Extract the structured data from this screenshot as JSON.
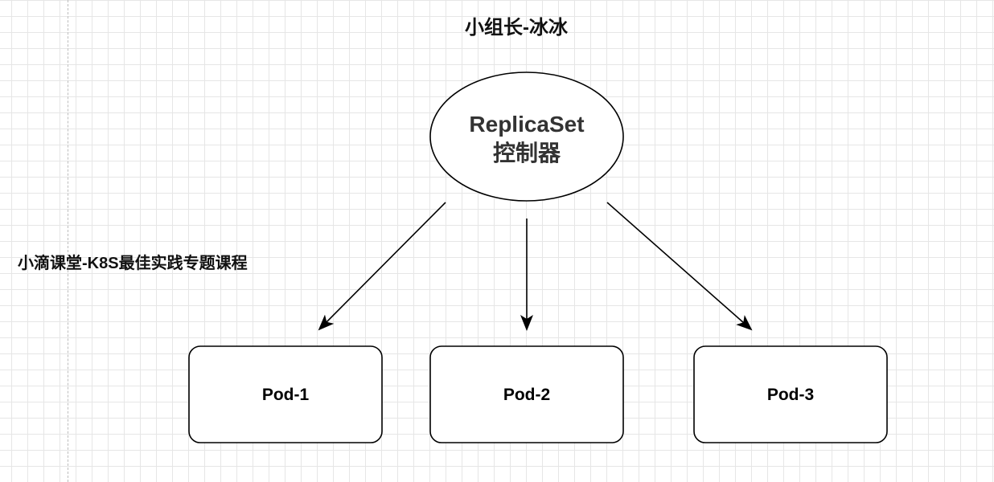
{
  "diagram": {
    "title": "小组长-冰冰",
    "side_label": "小滴课堂-K8S最佳实践专题课程",
    "controller": {
      "line1": "ReplicaSet",
      "line2": "控制器"
    },
    "pods": [
      {
        "label": "Pod-1"
      },
      {
        "label": "Pod-2"
      },
      {
        "label": "Pod-3"
      }
    ]
  },
  "colors": {
    "stroke": "#000000",
    "controller_text": "#333333",
    "grid": "#e6e6e6"
  }
}
